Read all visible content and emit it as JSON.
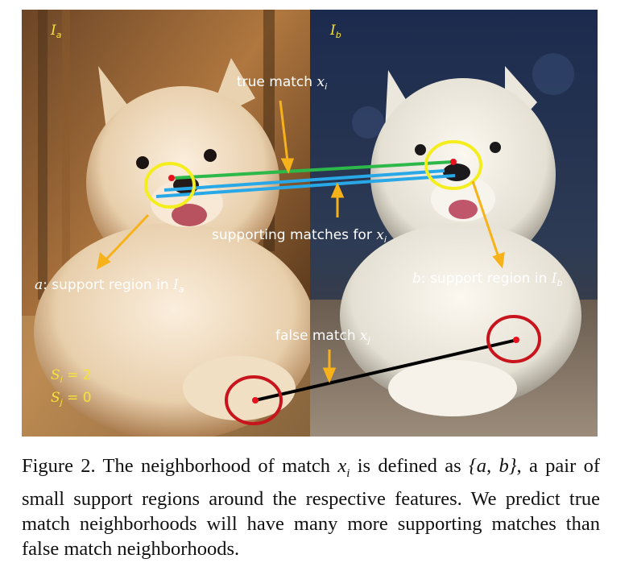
{
  "figure": {
    "image_a_label": "I",
    "image_a_sub": "a",
    "image_b_label": "I",
    "image_b_sub": "b",
    "true_match_label": "true match ",
    "true_match_var": "x",
    "true_match_sub": "i",
    "supporting_label": "supporting matches for ",
    "supporting_var": "x",
    "supporting_sub": "i",
    "region_a_var": "a",
    "region_a_label": ": support region in ",
    "region_a_img": "I",
    "region_a_sub": "a",
    "region_b_var": "b",
    "region_b_label": ": support region in ",
    "region_b_img": "I",
    "region_b_sub": "b",
    "false_match_label": "false match ",
    "false_match_var": "x",
    "false_match_sub": "j",
    "score_i_var": "S",
    "score_i_sub": "i",
    "score_i_value": " = 2",
    "score_j_var": "S",
    "score_j_sub": "j",
    "score_j_value": " = 0",
    "colors": {
      "yellow_circle": "#f5ee1e",
      "red_circle": "#c8141c",
      "arrow_orange": "#f7b21a",
      "green_line": "#2db84a",
      "blue_line": "#29a8e8",
      "false_line": "#000000",
      "keypoint": "#e8101c"
    }
  },
  "caption": {
    "prefix": "Figure 2. The neighborhood of match ",
    "var": "x",
    "var_sub": "i",
    "middle": " is defined as ",
    "set": "{a, b}",
    "suffix": ", a pair of small support regions around the respective features. We predict true match neighborhoods will have many more supporting matches than false match neighborhoods."
  }
}
